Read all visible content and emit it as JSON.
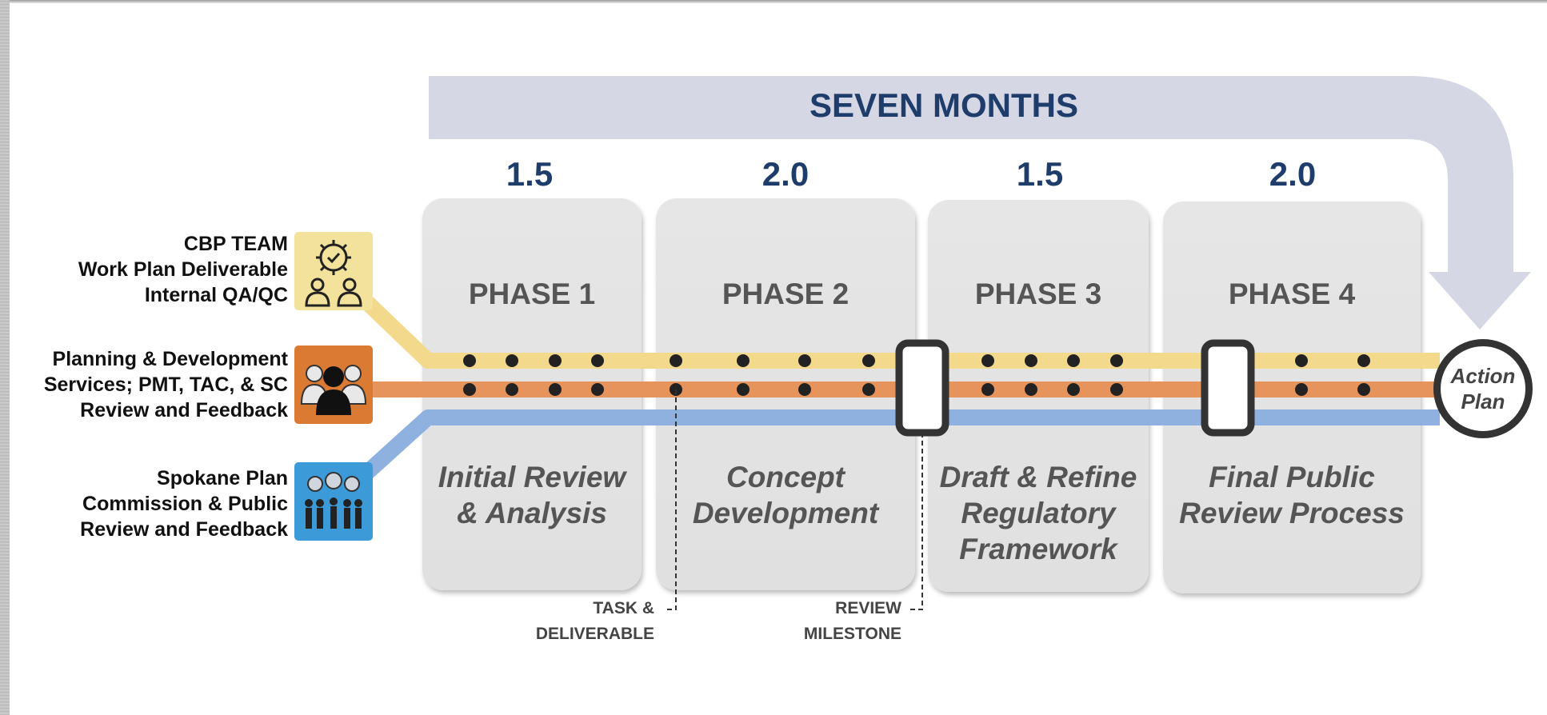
{
  "banner": {
    "title": "SEVEN MONTHS"
  },
  "lanes": [
    {
      "label_lines": [
        "CBP TEAM",
        "Work Plan Deliverable",
        "Internal QA/QC"
      ],
      "icon": "gear-team-icon",
      "color": "#f3d98c"
    },
    {
      "label_lines": [
        "Planning & Development",
        "Services; PMT, TAC, & SC",
        "Review and Feedback"
      ],
      "icon": "people-group-icon",
      "color": "#e6945c"
    },
    {
      "label_lines": [
        "Spokane Plan",
        "Commission & Public",
        "Review and Feedback"
      ],
      "icon": "crowd-icon",
      "color": "#8fb1e0"
    }
  ],
  "phases": [
    {
      "duration": "1.5",
      "title": "PHASE 1",
      "description_lines": [
        "Initial Review",
        "& Analysis"
      ]
    },
    {
      "duration": "2.0",
      "title": "PHASE 2",
      "description_lines": [
        "Concept",
        "Development"
      ]
    },
    {
      "duration": "1.5",
      "title": "PHASE 3",
      "description_lines": [
        "Draft & Refine",
        "Regulatory",
        "Framework"
      ]
    },
    {
      "duration": "2.0",
      "title": "PHASE 4",
      "description_lines": [
        "Final Public",
        "Review Process"
      ]
    }
  ],
  "callouts": {
    "task": [
      "TASK &",
      "DELIVERABLE"
    ],
    "review": [
      "REVIEW",
      "MILESTONE"
    ]
  },
  "end_node": {
    "lines": [
      "Action",
      "Plan"
    ]
  },
  "colors": {
    "banner": "#d5d7e4",
    "title_blue": "#1f3d6b",
    "icon_yellow": "#f2e29c",
    "icon_orange": "#db7a33",
    "icon_blue": "#3d9ad9"
  }
}
